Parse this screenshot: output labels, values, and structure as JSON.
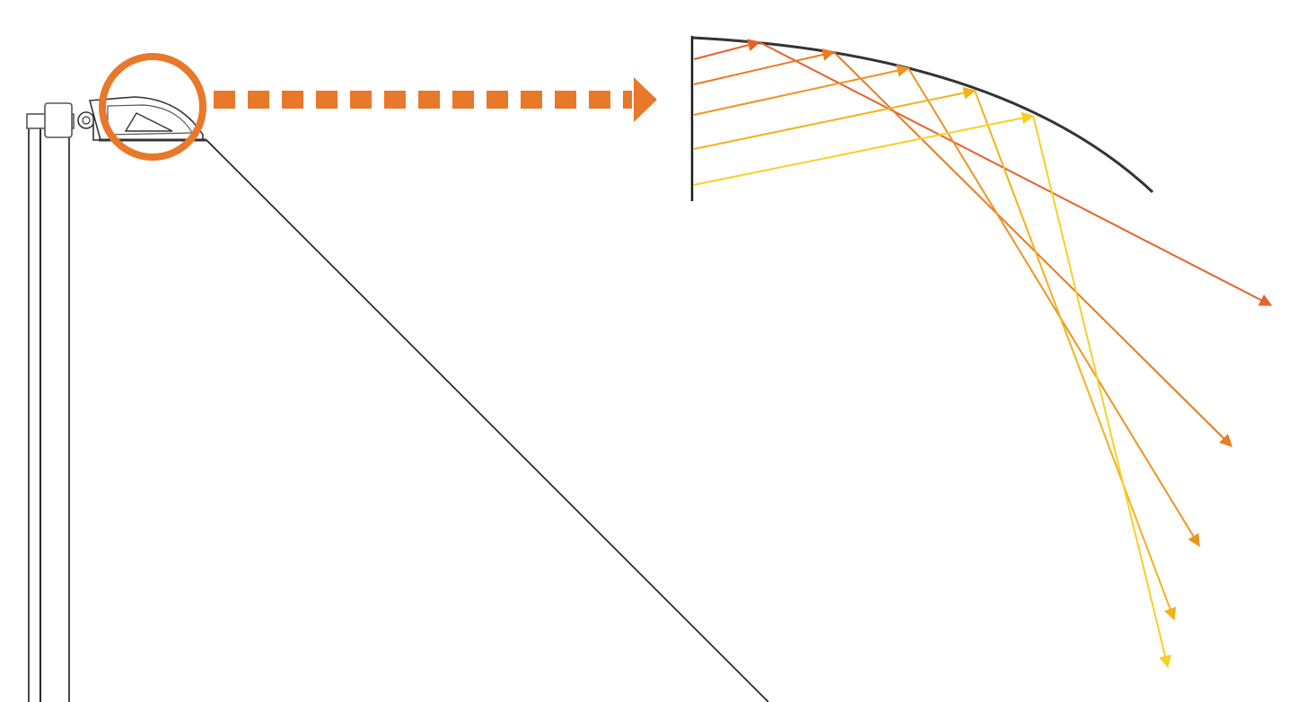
{
  "colors": {
    "background": "#ffffff",
    "line": "#1a1a1a",
    "highlight": "#e8782a",
    "ray_1": "#e8612a",
    "ray_2": "#ec7a22",
    "ray_3": "#ef9420",
    "ray_4": "#f3b21c",
    "ray_5": "#f7d026"
  },
  "icons": {
    "pole": "street-light-pole",
    "fixture": "luminaire-head",
    "zoom_circle": "zoom-highlight-circle",
    "zoom_arrow": "dashed-arrow-icon",
    "reflector": "curved-reflector"
  },
  "rays": [
    {
      "color": "#e8612a"
    },
    {
      "color": "#ec7a22"
    },
    {
      "color": "#ef9420"
    },
    {
      "color": "#f3b21c"
    },
    {
      "color": "#f7d026"
    }
  ]
}
